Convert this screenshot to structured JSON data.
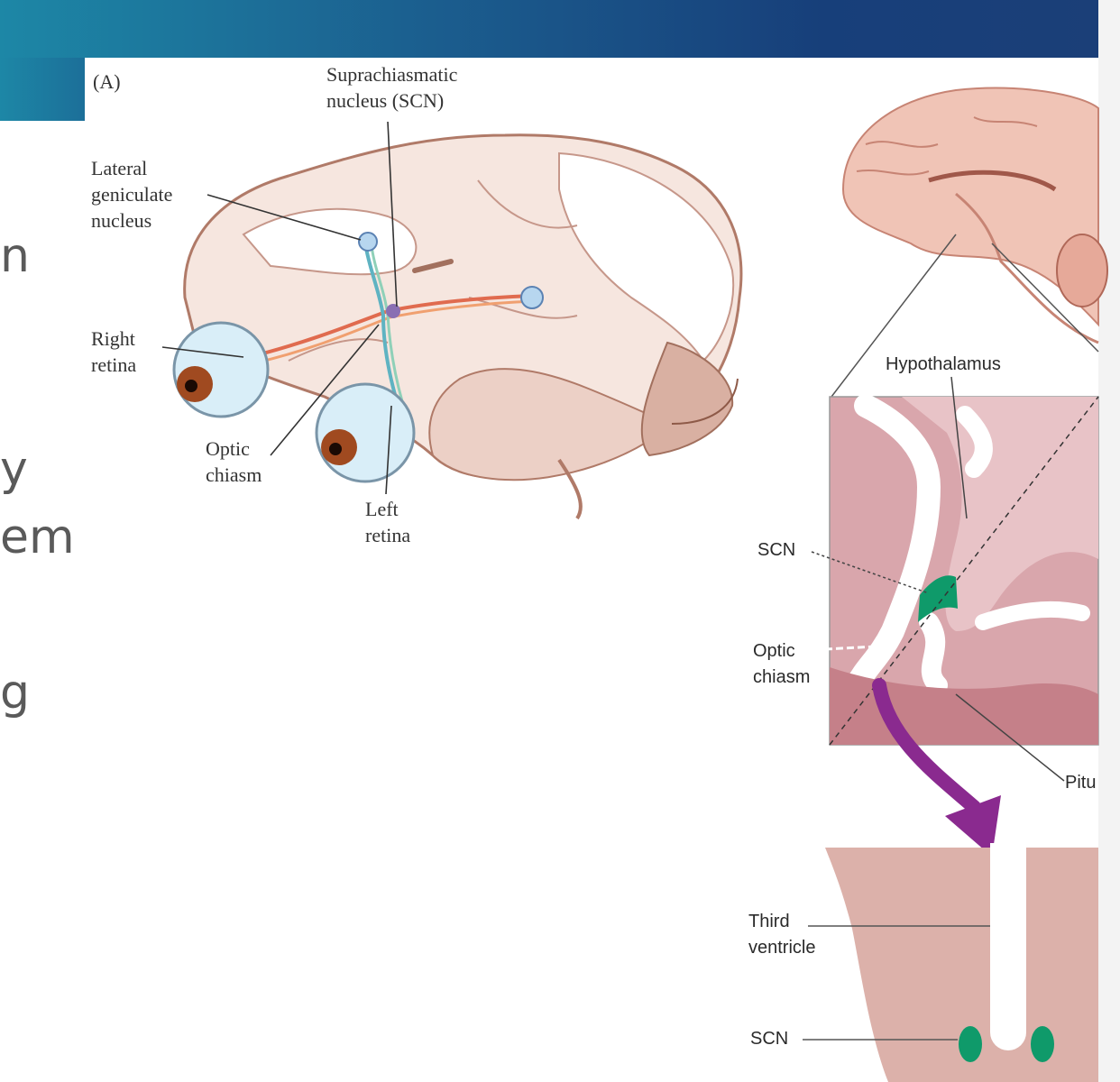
{
  "slide": {
    "clipped_text": [
      "n",
      "y",
      "em",
      "g"
    ]
  },
  "panel_a": {
    "panel_label": "(A)",
    "labels": {
      "scn": "Suprachiasmatic\nnucleus (SCN)",
      "lgn": "Lateral\ngeniculate\nnucleus",
      "right_retina": "Right\nretina",
      "optic_chiasm": "Optic\nchiasm",
      "left_retina": "Left\nretina"
    }
  },
  "panel_b": {
    "labels": {
      "hypothalamus": "Hypothalamus",
      "scn": "SCN",
      "optic_chiasm": "Optic\nchiasm",
      "pituitary": "Pitu",
      "third_ventricle": "Third\nventricle",
      "scn_lower": "SCN"
    }
  },
  "colors": {
    "brain": "#f5e4dc",
    "brain_shade": "#d9b0a2",
    "scn_green": "#0f9a6a",
    "arrow_purple": "#8a2a8f",
    "tissue_pink": "#c98f95"
  }
}
